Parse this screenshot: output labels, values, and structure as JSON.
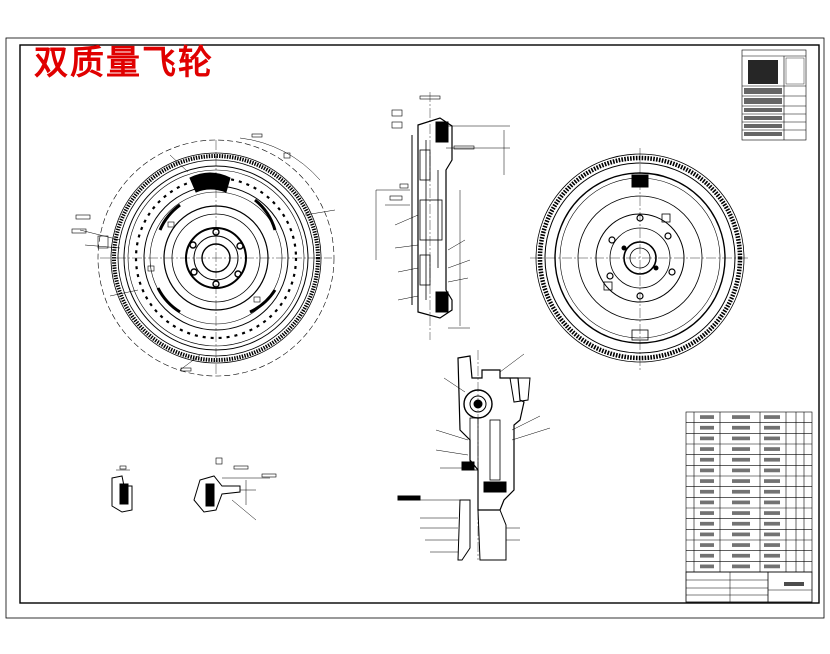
{
  "drawing": {
    "title": "双质量飞轮",
    "title_color": "#e00000",
    "line_color": "#000000",
    "background": "#ffffff"
  },
  "views": [
    {
      "name": "front-view",
      "description_icon": "flywheel-front-icon"
    },
    {
      "name": "section-view",
      "description_icon": "flywheel-section-icon"
    },
    {
      "name": "rear-view",
      "description_icon": "flywheel-rear-icon"
    },
    {
      "name": "detail-view-spring",
      "description_icon": "spring-detail-icon"
    },
    {
      "name": "detail-view-small-a",
      "description_icon": "detail-a-icon"
    },
    {
      "name": "detail-view-small-b",
      "description_icon": "detail-b-icon"
    }
  ],
  "parts_list_rows": 15,
  "tech_table_rows": 9
}
